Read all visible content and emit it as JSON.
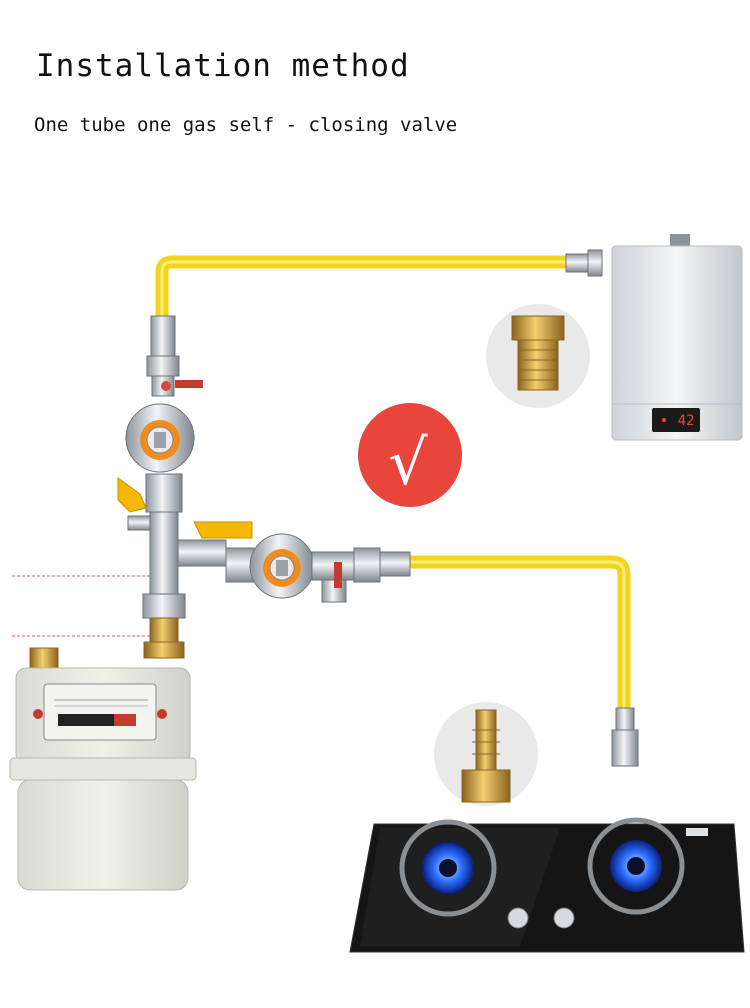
{
  "heading": {
    "title": "Installation method",
    "subtitle": "One tube one gas self - closing valve"
  },
  "check_badge": {
    "symbol": "√",
    "color": "#e8453c"
  },
  "water_heater": {
    "display": "42"
  },
  "colors": {
    "hose": "#f2d41c",
    "brass": "#c79a3a",
    "valve_handle": "#f5b800",
    "regulator_ring": "#f08c1e"
  },
  "icons": [
    "check-icon",
    "gas-meter-icon",
    "water-heater-icon",
    "gas-stove-icon",
    "brass-fitting-icon",
    "hose-barb-icon"
  ]
}
